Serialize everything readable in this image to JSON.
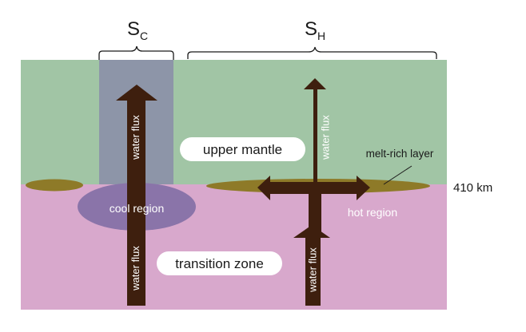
{
  "labels": {
    "sc_main": "S",
    "sc_sub": "C",
    "sh_main": "S",
    "sh_sub": "H",
    "upper_mantle": "upper mantle",
    "transition_zone": "transition zone",
    "melt_rich_layer": "melt-rich layer",
    "depth_410": "410 km",
    "cool_region": "cool region",
    "hot_region": "hot region",
    "water_flux_cold_upper": "water flux",
    "water_flux_cold_lower": "water flux",
    "water_flux_hot_upper": "water flux",
    "water_flux_hot_lower": "water flux"
  },
  "colors": {
    "upper_mantle_fill": "#a1c5a5",
    "transition_zone_fill": "#d8a8cc",
    "cold_column_fill": "#8c92a8",
    "cool_region_fill": "#8a74a9",
    "melt_layer_fill": "#8e7a28",
    "arrow_fill": "#3e1f0e",
    "label_box_fill": "#ffffff",
    "text_dark": "#1a1a1a",
    "text_light": "#ffffff"
  }
}
